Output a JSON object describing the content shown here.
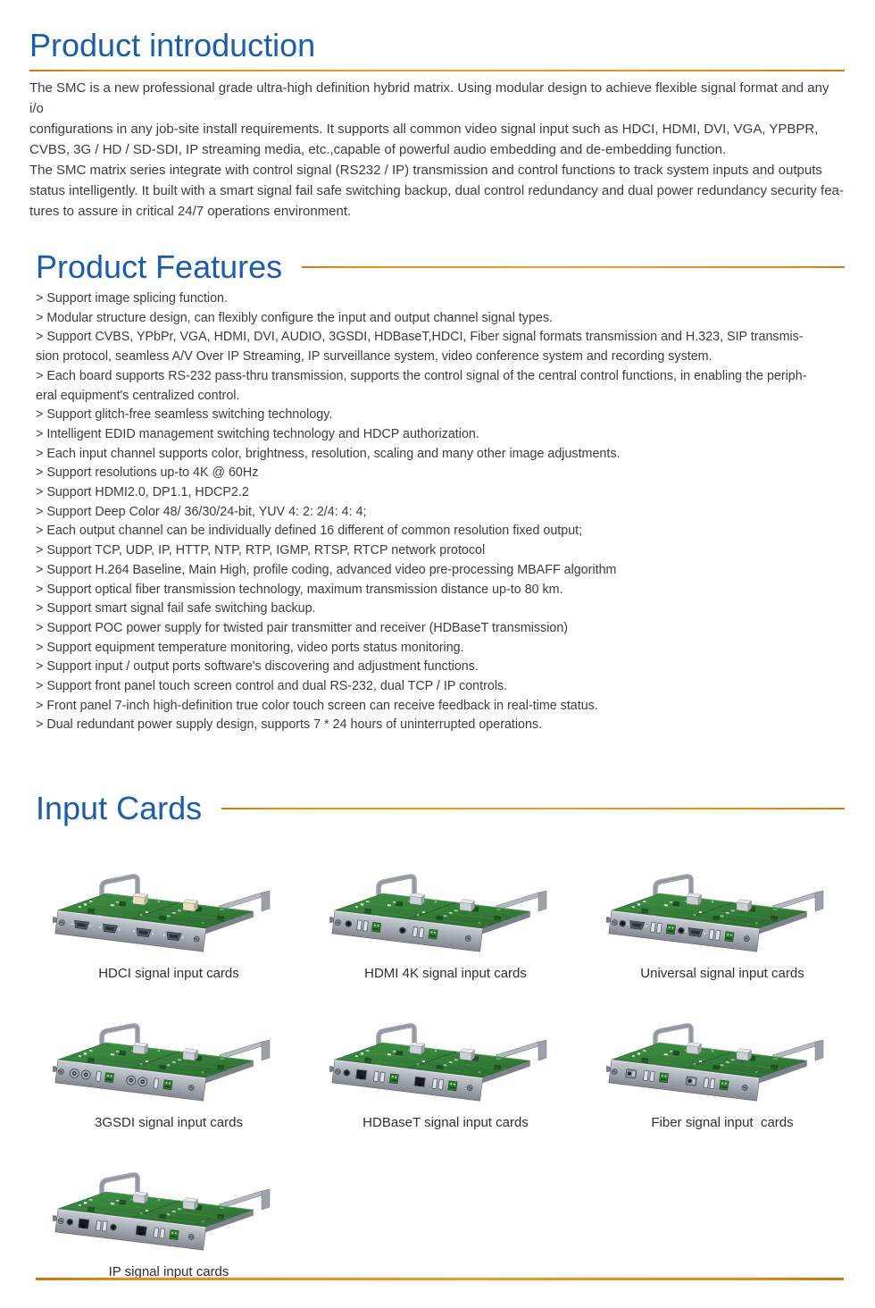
{
  "colors": {
    "heading_blue": "#1a5dab",
    "rule_orange": "#ee8c1a",
    "body_text": "#3c3c3c",
    "pcb_green": "#2e7032"
  },
  "intro": {
    "title": "Product introduction",
    "paragraphs": [
      "The SMC is a new professional grade ultra-high definition hybrid matrix. Using modular design to achieve flexible signal format and any i/o\nconfigurations in any job-site install requirements. It supports all common video signal input such as HDCI, HDMI, DVI, VGA, YPBPR,\nCVBS, 3G / HD / SD-SDI, IP streaming media, etc.,capable of powerful audio embedding and de-embedding function.",
      "The SMC matrix series integrate with control signal (RS232 / IP) transmission and control functions to track system inputs and outputs\nstatus intelligently. It built with a smart signal fail safe switching backup, dual control redundancy and dual power redundancy security fea-\ntures to assure in critical 24/7 operations environment."
    ]
  },
  "features": {
    "title": "Product Features",
    "items": [
      "> Support image splicing function.",
      "> Modular structure design, can flexibly configure the input and output channel signal types.",
      "> Support CVBS, YPbPr, VGA, HDMI, DVI, AUDIO, 3GSDI, HDBaseT,HDCI, Fiber signal formats transmission and H.323, SIP transmis-\nsion protocol, seamless A/V Over IP Streaming, IP surveillance system, video conference system and recording system.",
      "> Each board supports RS-232 pass-thru transmission, supports the control signal of the central control functions, in enabling the periph-\neral equipment's centralized control.",
      "> Support glitch-free seamless switching technology.",
      "> Intelligent EDID management switching technology and HDCP authorization.",
      "> Each input channel supports color, brightness, resolution, scaling and many other image adjustments.",
      "> Support resolutions up-to 4K @ 60Hz",
      "> Support HDMI2.0, DP1.1, HDCP2.2",
      "> Support Deep Color 48/ 36/30/24-bit, YUV 4: 2: 2/4: 4: 4;",
      "> Each output channel can be individually defined 16 different of common resolution fixed output;",
      "> Support TCP, UDP, IP, HTTP, NTP, RTP, IGMP, RTSP, RTCP network protocol",
      "> Support H.264 Baseline, Main High, profile coding, advanced video pre-processing MBAFF algorithm",
      "> Support optical fiber transmission technology, maximum transmission distance up-to 80 km.",
      "> Support smart signal fail safe switching backup.",
      "> Support POC power supply for twisted pair transmitter and receiver (HDBaseT transmission)",
      "> Support equipment temperature monitoring, video ports status monitoring.",
      "> Support input / output ports software's discovering and adjustment functions.",
      "> Support front panel touch screen control and dual RS-232, dual TCP / IP controls.",
      "> Front panel 7-inch high-definition true color touch screen can receive feedback in real-time status.",
      "> Dual redundant power supply design, supports 7 * 24 hours of uninterrupted operations."
    ]
  },
  "input_cards": {
    "title": "Input Cards",
    "items": [
      {
        "caption": "HDCI signal input cards",
        "type": "hdci"
      },
      {
        "caption": "HDMI 4K signal input cards",
        "type": "hdmi4k"
      },
      {
        "caption": "Universal signal input cards",
        "type": "universal"
      },
      {
        "caption": "3GSDI signal input cards",
        "type": "3gsdi"
      },
      {
        "caption": "HDBaseT signal input cards",
        "type": "hdbaset"
      },
      {
        "caption": "Fiber signal input  cards",
        "type": "fiber"
      },
      {
        "caption": "IP signal input cards",
        "type": "ip"
      }
    ]
  }
}
